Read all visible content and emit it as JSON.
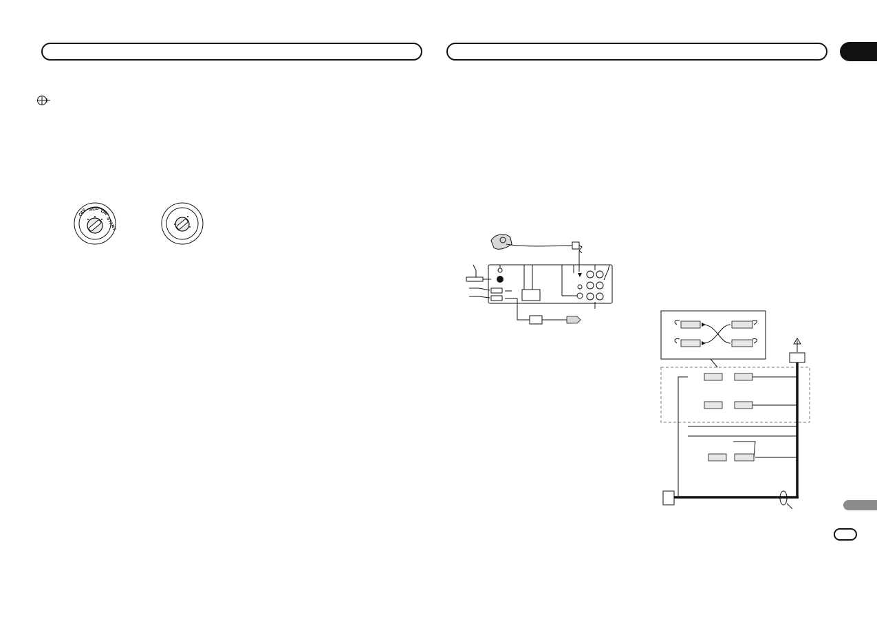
{
  "page": {
    "background": "#ffffff",
    "ink": "#111111",
    "tab_gray": "#8c8c8c"
  },
  "header": {
    "left_title": "",
    "right_title": "",
    "chapter_number": "",
    "section_label": "",
    "language_code": "",
    "page_number": ""
  },
  "left_column": {
    "important_icon": "important-icon",
    "ignition_switch_acc": {
      "positions": [
        "OFF",
        "ACC",
        "ON",
        "START"
      ]
    },
    "ignition_switch_no_acc": {
      "positions": []
    }
  },
  "rear_panel_diagram": {
    "microphone_icon": "microphone-icon",
    "callout_count": 12
  },
  "wiring_diagram": {
    "connector_icon": "rca-connector-icon"
  }
}
